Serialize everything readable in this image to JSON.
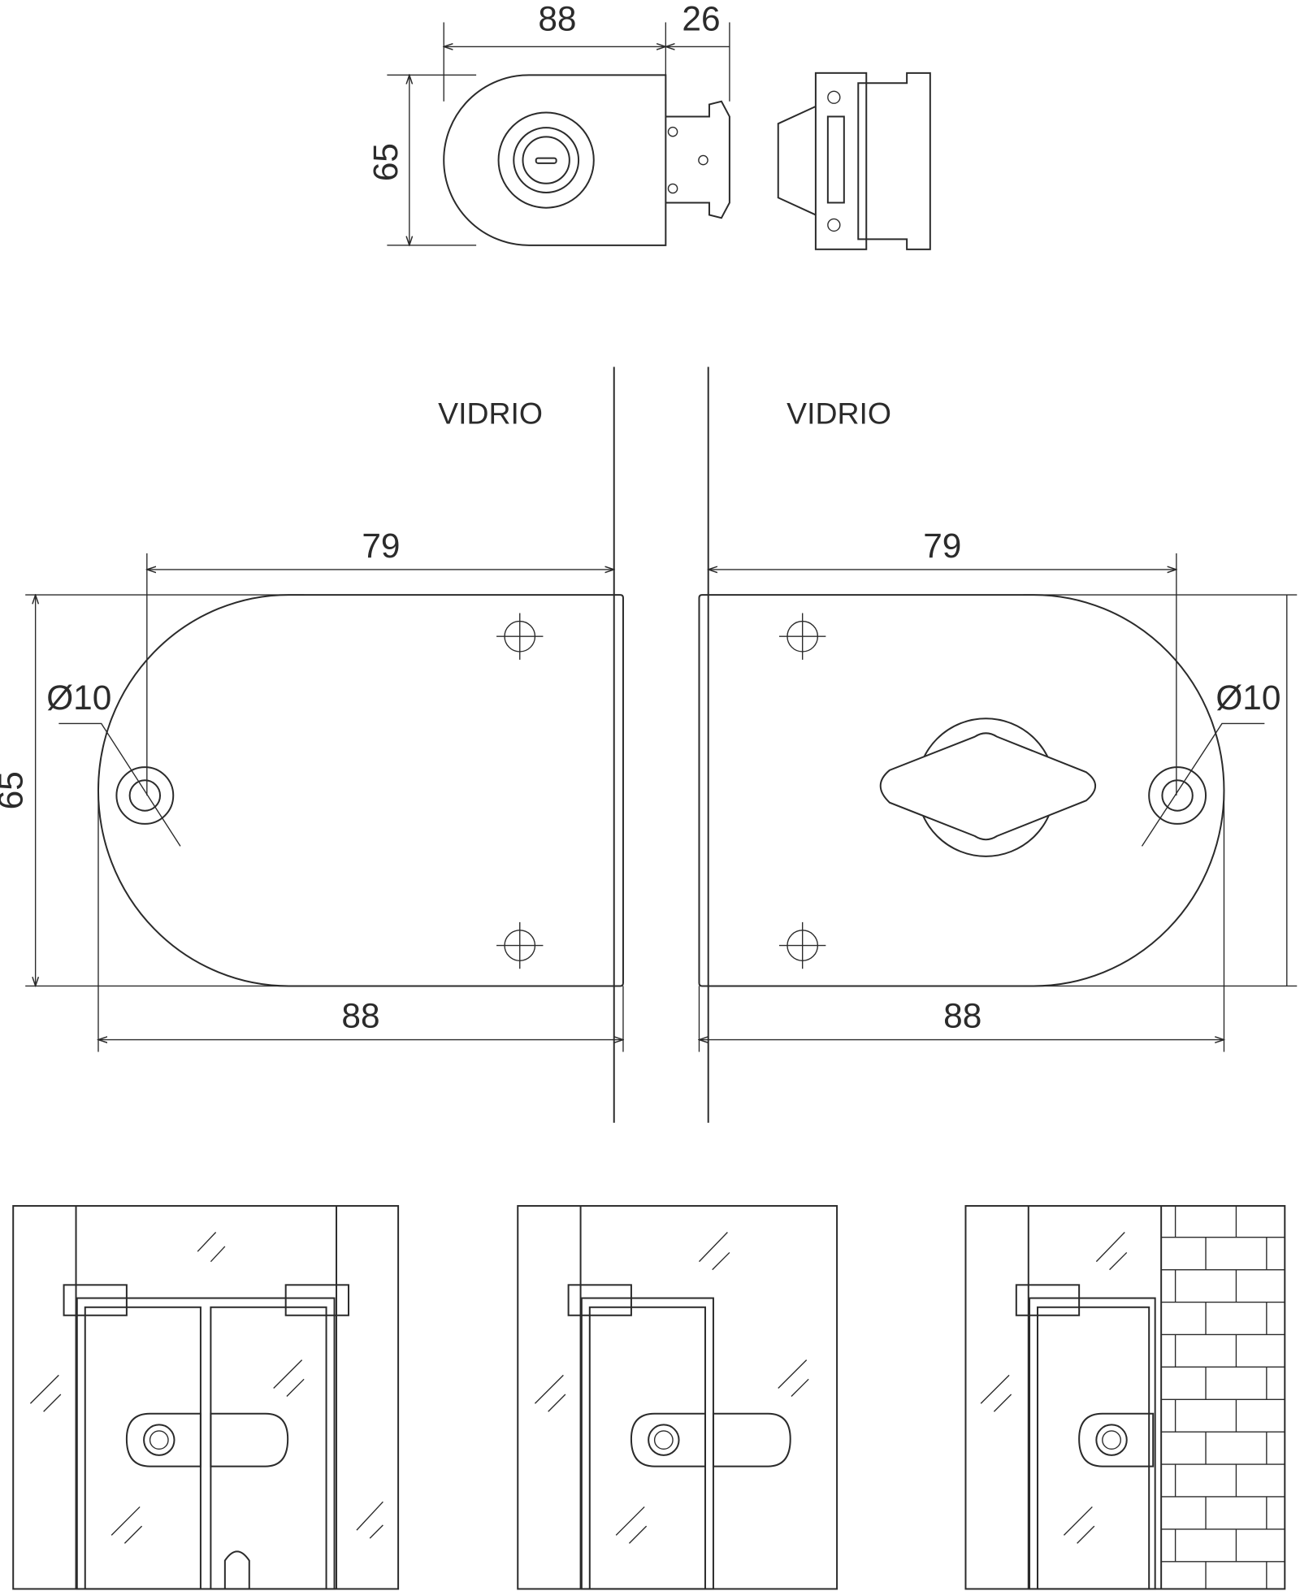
{
  "top_view": {
    "width_label": "88",
    "bracket_label": "26",
    "height_label": "65"
  },
  "front_left": {
    "glass_label": "VIDRIO",
    "offset_label": "79",
    "hole_label": "Ø10",
    "height_label": "65",
    "width_label": "88"
  },
  "front_right": {
    "glass_label": "VIDRIO",
    "offset_label": "79",
    "hole_label": "Ø10",
    "width_label": "88"
  },
  "installations": [
    {
      "type": "double-glass-door"
    },
    {
      "type": "glass-door-to-glass"
    },
    {
      "type": "glass-door-to-wall"
    }
  ],
  "colors": {
    "line": "#2b2b2b",
    "background": "#ffffff"
  }
}
